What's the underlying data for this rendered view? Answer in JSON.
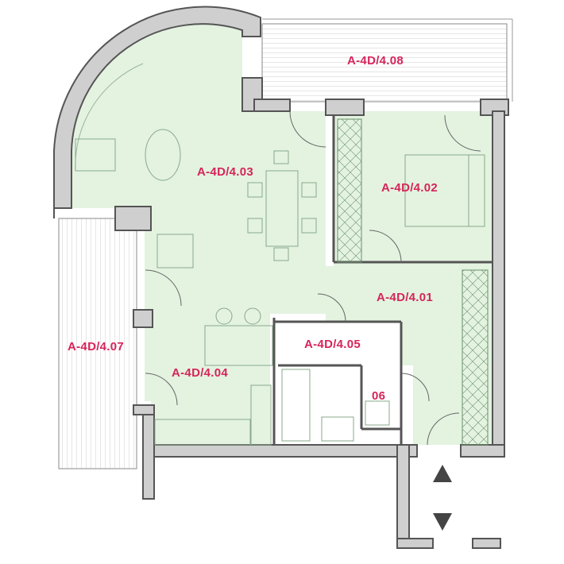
{
  "plan": {
    "rooms": [
      {
        "id": "A-4D/4.01",
        "label": "A-4D/4.01"
      },
      {
        "id": "A-4D/4.02",
        "label": "A-4D/4.02"
      },
      {
        "id": "A-4D/4.03",
        "label": "A-4D/4.03"
      },
      {
        "id": "A-4D/4.04",
        "label": "A-4D/4.04"
      },
      {
        "id": "A-4D/4.05",
        "label": "A-4D/4.05"
      },
      {
        "id": "06",
        "label": "06"
      },
      {
        "id": "A-4D/4.07",
        "label": "A-4D/4.07"
      },
      {
        "id": "A-4D/4.08",
        "label": "A-4D/4.08"
      }
    ],
    "colors": {
      "room_fill": "#e3f3e0",
      "wall": "#555555",
      "label": "#d6245a",
      "stair_arrow": "#444444"
    },
    "icons": [
      "staircase-up-arrow-icon",
      "staircase-down-arrow-icon",
      "compass-none"
    ]
  }
}
